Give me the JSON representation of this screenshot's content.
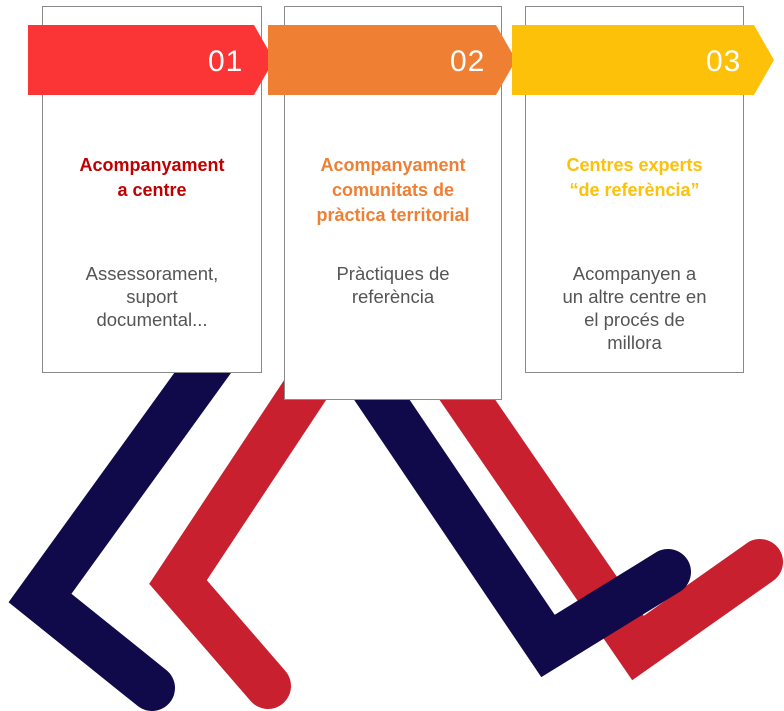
{
  "colors": {
    "red": "#fb3535",
    "orange": "#ee7f33",
    "yellow": "#fdc10a",
    "title_red": "#c00000",
    "title_orange": "#ee7f33",
    "title_yellow": "#fdc10a",
    "navy": "#10094a",
    "crimson": "#c8202f",
    "card_border": "#8a8a8a",
    "text_gray": "#555555"
  },
  "steps": [
    {
      "number": "01",
      "title_lines": [
        "Acompanyament",
        "a centre"
      ],
      "description_lines": [
        "Assessorament,",
        "suport",
        "documental..."
      ]
    },
    {
      "number": "02",
      "title_lines": [
        "Acompanyament",
        "comunitats de",
        "pràctica territorial"
      ],
      "description_lines": [
        "Pràctiques de",
        "referència"
      ]
    },
    {
      "number": "03",
      "title_lines": [
        "Centres experts",
        "“de referència”"
      ],
      "description_lines": [
        "Acompanyen a",
        "un altre centre en",
        "el procés de",
        "millora"
      ]
    }
  ]
}
